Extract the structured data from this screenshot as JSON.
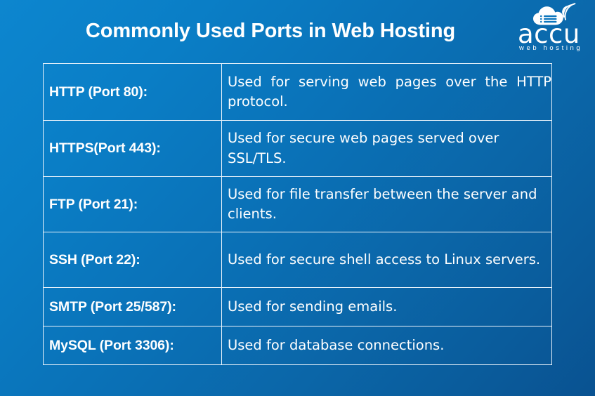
{
  "slide": {
    "title": "Commonly Used Ports in Web Hosting",
    "background_start_color": "#0d86cf",
    "background_end_color": "#095291",
    "text_color": "#ffffff",
    "border_color": "#eaf3fb"
  },
  "logo": {
    "brand": "accu",
    "tagline": "web hosting",
    "mark": "cloud-server-wifi-icon"
  },
  "table": {
    "rows": [
      {
        "port": "HTTP (Port 80):",
        "description": "Used for serving web pages over the HTTP protocol.",
        "justified": true
      },
      {
        "port": "HTTPS(Port 443):",
        "description": "Used for secure web pages served over SSL/TLS.",
        "justified": false
      },
      {
        "port": "FTP (Port 21):",
        "description": "Used for file transfer between the server and clients.",
        "justified": false
      },
      {
        "port": "SSH (Port 22):",
        "description": "Used for secure shell access to Linux servers.",
        "justified": false
      },
      {
        "port": "SMTP (Port 25/587):",
        "description": "Used for sending emails.",
        "justified": false
      },
      {
        "port": "MySQL (Port 3306):",
        "description": "Used for database connections.",
        "justified": false
      }
    ]
  }
}
